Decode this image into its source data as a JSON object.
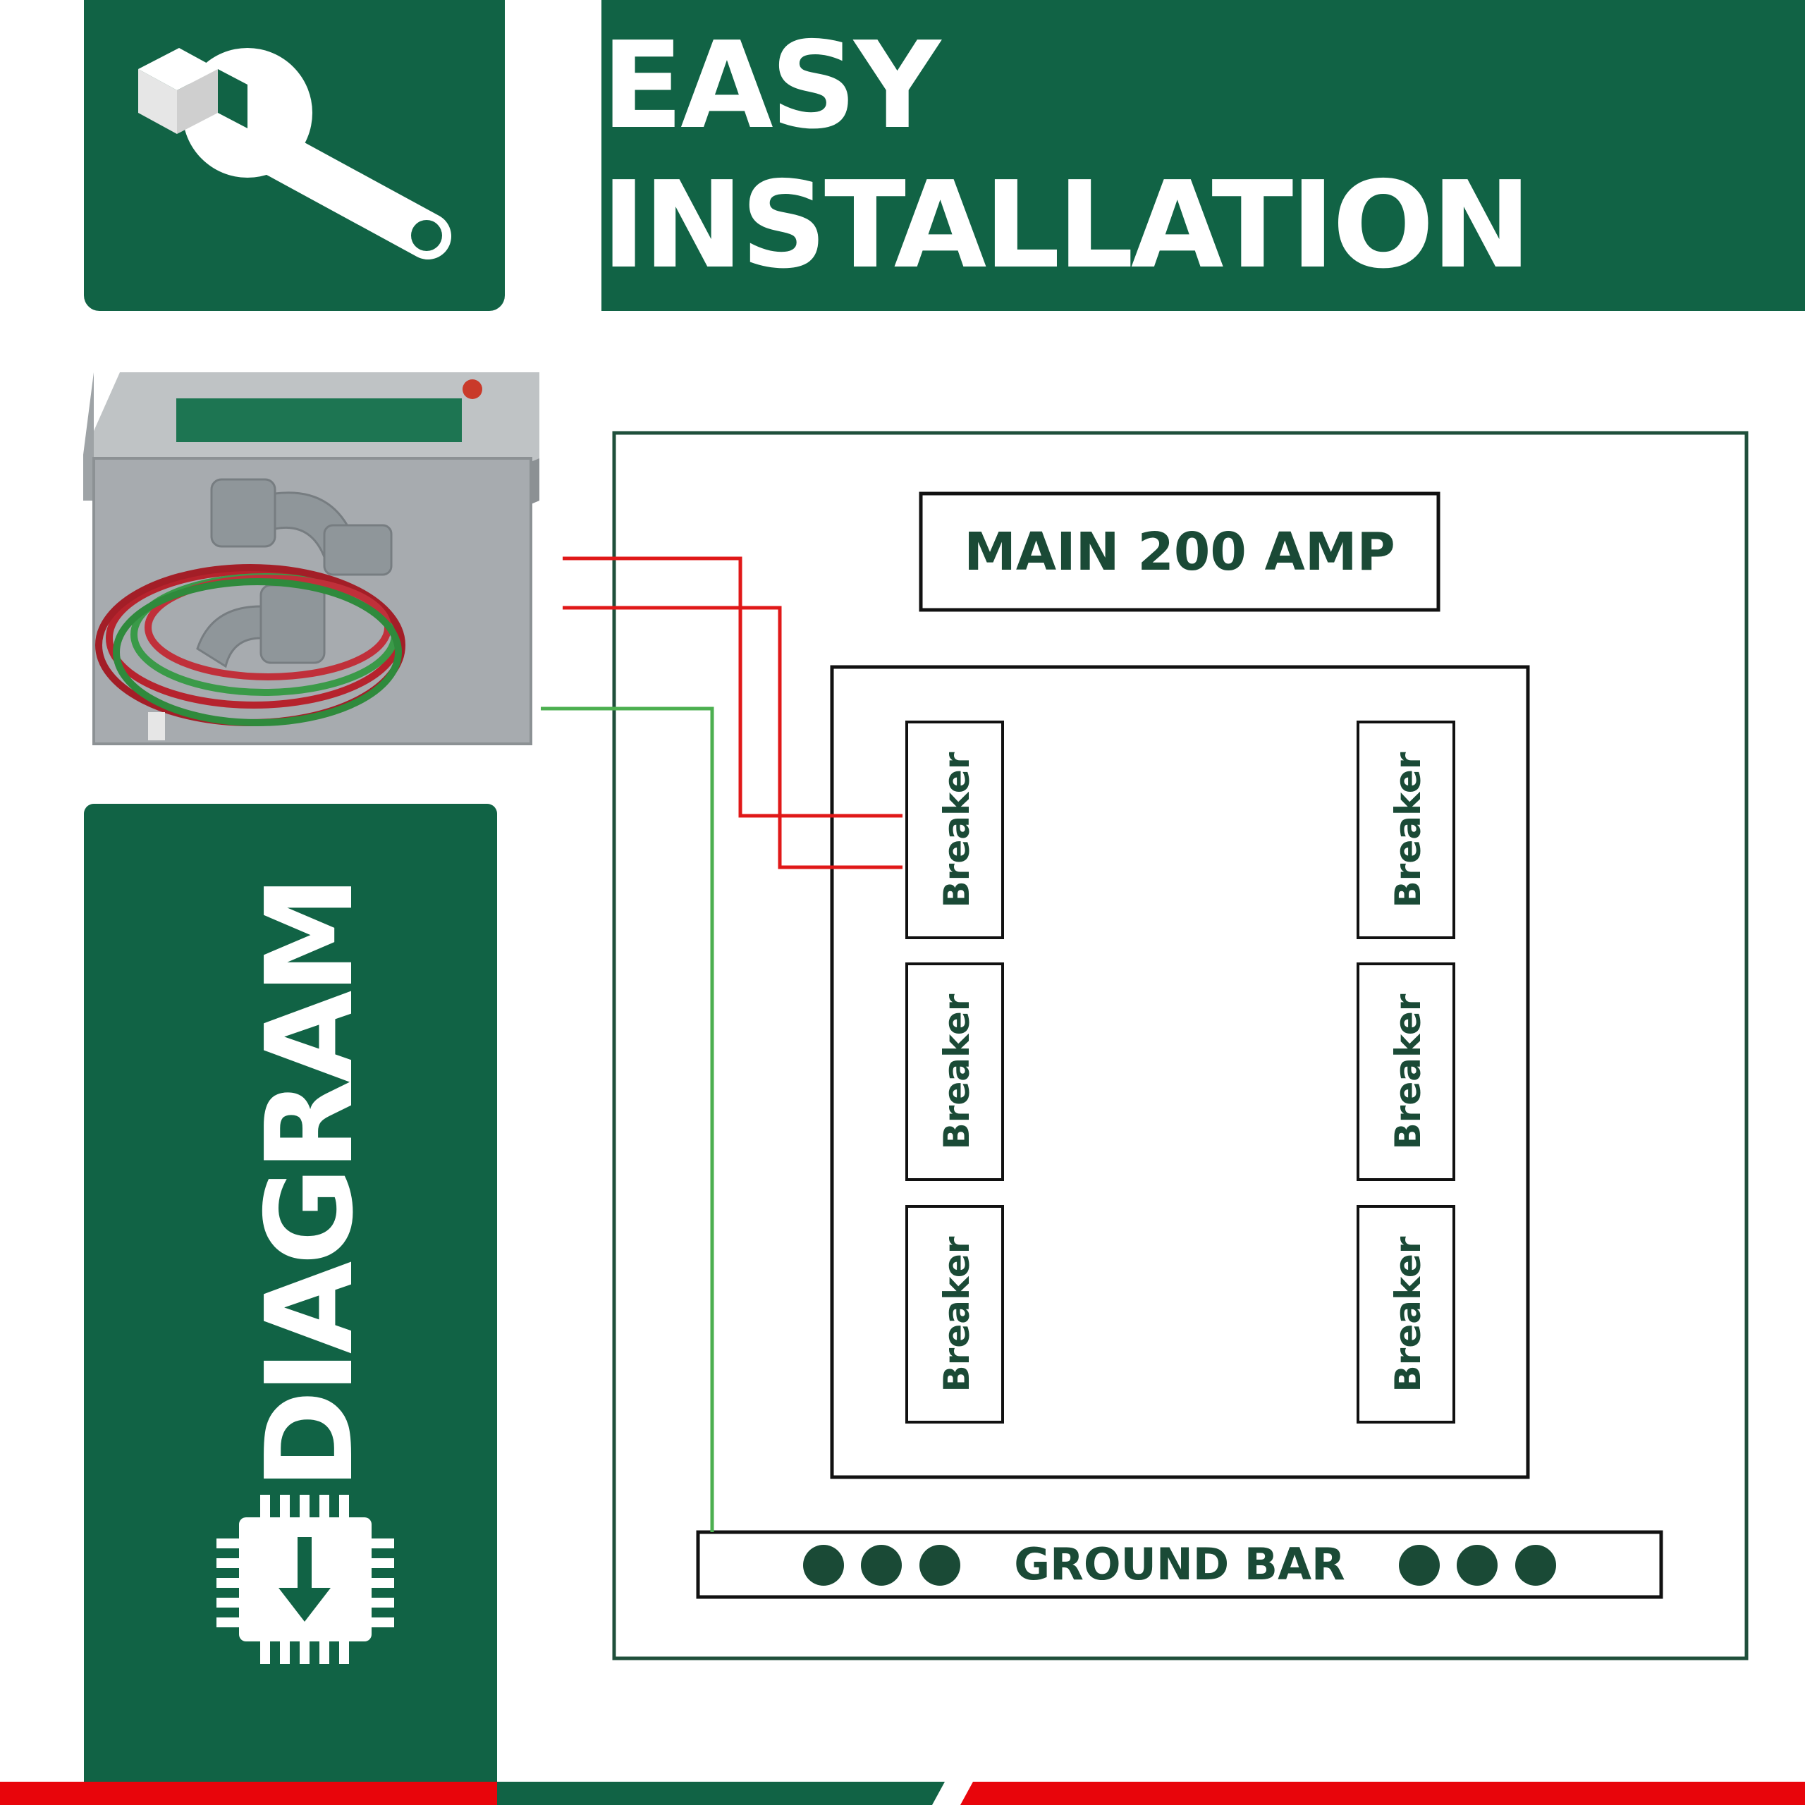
{
  "header": {
    "title": "EASY INSTALLATION"
  },
  "side": {
    "label": "DIAGRAM"
  },
  "panel": {
    "main_label": "MAIN 200 AMP",
    "breaker_label": "Breaker",
    "ground_label": "GROUND BAR"
  },
  "colors": {
    "brand_green": "#116345",
    "dark_green_text": "#1a4a36",
    "hot_wire": "#e01818",
    "ground_wire": "#4caf50",
    "accent_red": "#e8050b"
  },
  "icons": [
    "wrench-icon",
    "chip-download-icon",
    "surge-protector-device"
  ]
}
